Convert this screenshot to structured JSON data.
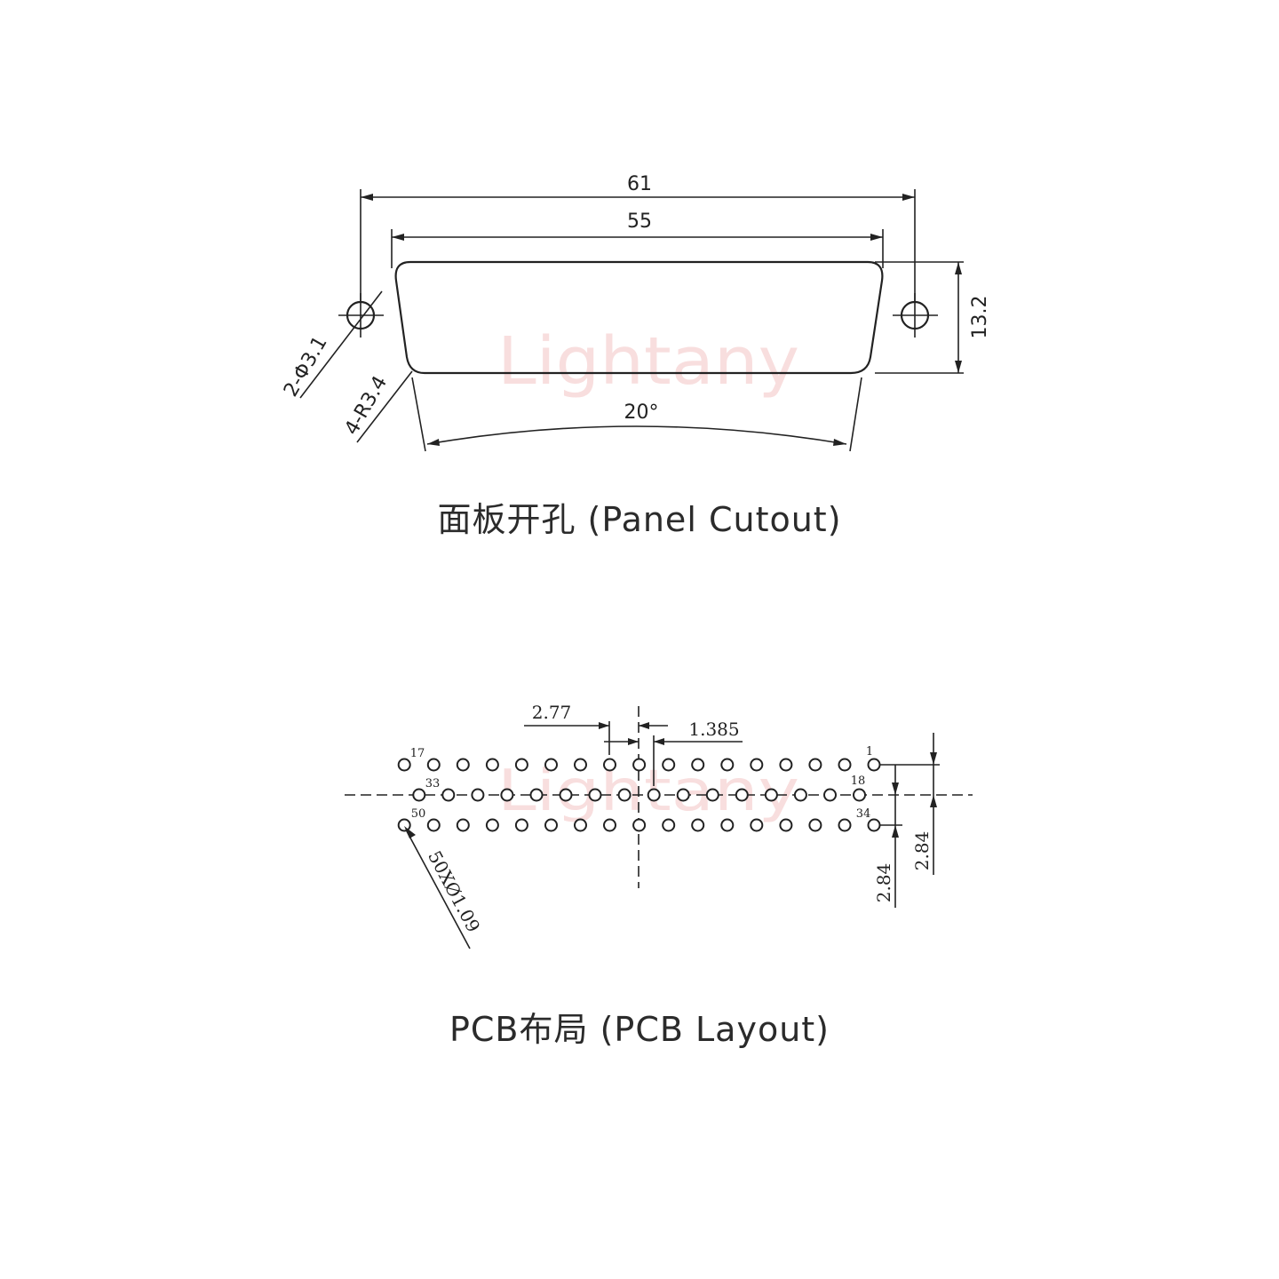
{
  "watermark": "Lightany",
  "panel": {
    "caption": "面板开孔 (Panel Cutout)",
    "dim_overall": "61",
    "dim_cutout": "55",
    "dim_height": "13.2",
    "dim_angle": "20°",
    "dim_holes": "2-Φ3.1",
    "dim_radius": "4-R3.4"
  },
  "pcb": {
    "caption": "PCB布局 (PCB Layout)",
    "dim_pitch": "2.77",
    "dim_half_pitch": "1.385",
    "dim_row_a": "2.84",
    "dim_row_b": "2.84",
    "dim_holes": "50XØ1.09",
    "pin_labels": {
      "p1": "1",
      "p17": "17",
      "p18": "18",
      "p33": "33",
      "p34": "34",
      "p50": "50"
    },
    "rows": [
      {
        "row": 1,
        "count": 17,
        "first_pin": 1,
        "last_pin": 17
      },
      {
        "row": 2,
        "count": 16,
        "first_pin": 18,
        "last_pin": 33
      },
      {
        "row": 3,
        "count": 17,
        "first_pin": 34,
        "last_pin": 50
      }
    ]
  }
}
